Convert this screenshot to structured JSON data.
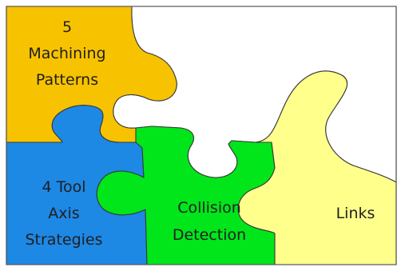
{
  "pieces": [
    {
      "id": "machining-patterns",
      "lines": [
        "5",
        "Machining",
        "Patterns"
      ],
      "color": "#f7c300"
    },
    {
      "id": "empty-top",
      "lines": [],
      "color": "#ffffff"
    },
    {
      "id": "tool-axis-strategies",
      "lines": [
        "4 Tool",
        "Axis",
        "Strategies"
      ],
      "color": "#1e88e5"
    },
    {
      "id": "collision-detection",
      "lines": [
        "Collision",
        "Detection"
      ],
      "color": "#00e61a"
    },
    {
      "id": "links",
      "lines": [
        "Links"
      ],
      "color": "#ffff8c"
    }
  ]
}
